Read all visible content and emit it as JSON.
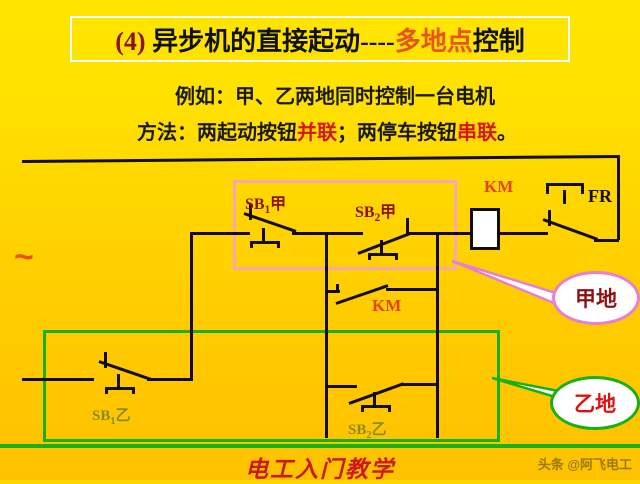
{
  "title": {
    "number": "(4)",
    "main": " 异步机的直接起动----",
    "highlight": "多地点",
    "tail": "控制"
  },
  "subtitle": {
    "line1": "例如：甲、乙两地同时控制一台电机",
    "line2_a": "方法：两起动按钮",
    "line2_hl1": "并联",
    "line2_b": "；两停车按钮",
    "line2_hl2": "串联",
    "line2_c": "。"
  },
  "schematic": {
    "ac_symbol": "~",
    "components": [
      {
        "id": "sb1-jia",
        "label": "SB",
        "sub": "1",
        "suffix": "甲",
        "type": "normally-closed-pushbutton",
        "color": "#8d1111"
      },
      {
        "id": "sb2-jia",
        "label": "SB",
        "sub": "2",
        "suffix": "甲",
        "type": "normally-open-pushbutton",
        "color": "#8d1111"
      },
      {
        "id": "km-coil",
        "label": "KM",
        "type": "contactor-coil",
        "color": "#e8421a"
      },
      {
        "id": "km-aux",
        "label": "KM",
        "type": "auxiliary-holding-contact",
        "color": "#e8421a"
      },
      {
        "id": "fr",
        "label": "FR",
        "type": "thermal-overload-relay",
        "color": "#140d05"
      },
      {
        "id": "sb1-yi",
        "label": "SB",
        "sub": "1",
        "suffix": "乙",
        "type": "normally-closed-pushbutton",
        "color": "#8a8a20"
      },
      {
        "id": "sb2-yi",
        "label": "SB",
        "sub": "2",
        "suffix": "乙",
        "type": "normally-open-pushbutton",
        "color": "#8a8a20"
      }
    ],
    "labels": {
      "sb1_jia": "SB",
      "sb1_jia_sub": "1",
      "sb1_jia_suffix": "甲",
      "sb2_jia": "SB",
      "sb2_jia_sub": "2",
      "sb2_jia_suffix": "甲",
      "km_coil": "KM",
      "km_aux": "KM",
      "fr": "FR",
      "sb1_yi": "SB",
      "sb1_yi_sub": "1",
      "sb1_yi_suffix": "乙",
      "sb2_yi": "SB",
      "sb2_yi_sub": "2",
      "sb2_yi_suffix": "乙"
    }
  },
  "callouts": {
    "jia": "甲地",
    "yi": "乙地"
  },
  "footer": {
    "caption": "电工入门教学",
    "watermark": "头条 @阿飞电工"
  },
  "colors": {
    "background": "#ffd400",
    "pink_box": "#f7a8b8",
    "green_box": "#18b018",
    "wire": "#140d05",
    "accent_red": "#d81515",
    "accent_orange": "#e8541a",
    "maroon": "#8d1111",
    "olive": "#8a8a20"
  }
}
